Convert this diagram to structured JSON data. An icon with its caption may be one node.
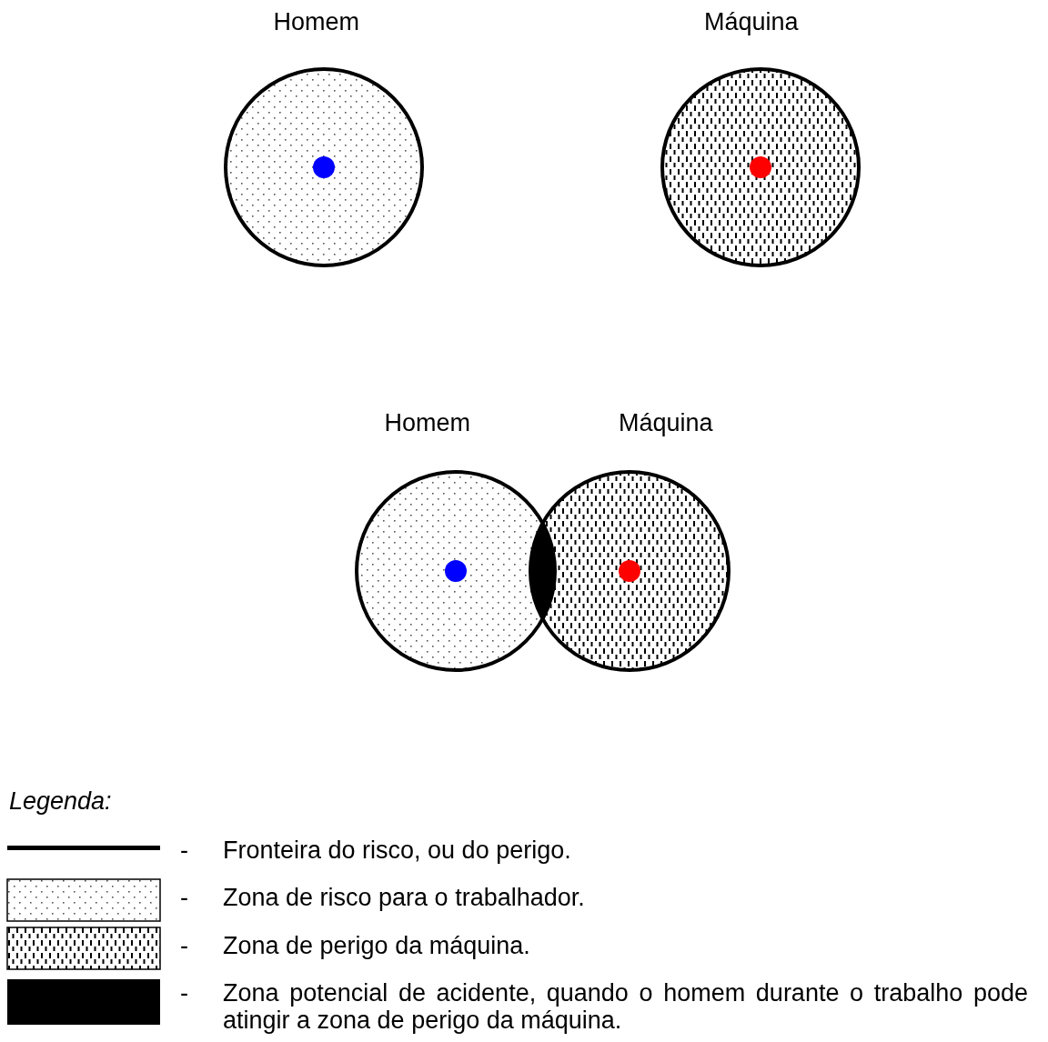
{
  "diagram": {
    "nodes": [
      {
        "text": [
          "Homem"
        ]
      },
      {
        "text": [
          "Máquina"
        ]
      },
      {
        "text": [
          "Homem"
        ]
      },
      {
        "text": [
          "Máquina"
        ]
      },
      {
        "text": [],
        "shape": "lens"
      }
    ],
    "labels": [
      "Legenda:",
      "-",
      "-",
      "-",
      "-"
    ],
    "legend": [
      {
        "text": "Fronteira do risco, ou do perigo."
      },
      {
        "text": "Zona de risco para o trabalhador."
      },
      {
        "text": "Zona de perigo da máquina."
      },
      {
        "text": "Zona potencial de acidente, quando o homem durante o trabalho pode atingir a zona de perigo da máquina.",
        "color": "#000000"
      }
    ]
  }
}
